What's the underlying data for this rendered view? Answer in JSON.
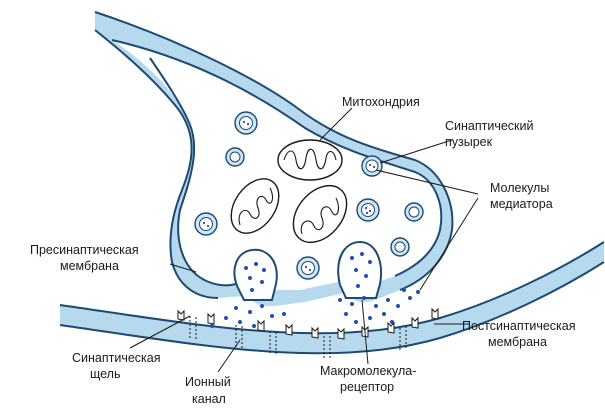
{
  "labels": {
    "mitochondria": "Митохондрия",
    "synaptic_vesicle_1": "Синаптический",
    "synaptic_vesicle_2": "пузырек",
    "mediator_molecules_1": "Молекулы",
    "mediator_molecules_2": "медиатора",
    "presynaptic_membrane_1": "Пресинаптическая",
    "presynaptic_membrane_2": "мембрана",
    "postsynaptic_membrane_1": "Постсинаптическая",
    "postsynaptic_membrane_2": "мембрана",
    "synaptic_cleft_1": "Синаптическая",
    "synaptic_cleft_2": "щель",
    "ion_channel_1": "Ионный",
    "ion_channel_2": "канал",
    "receptor_1": "Макромолекула-",
    "receptor_2": "рецептор"
  },
  "colors": {
    "membrane_fill": "#b7d9ee",
    "membrane_stroke": "#1c4a73",
    "mediator_dots": "#1f4fb3"
  }
}
